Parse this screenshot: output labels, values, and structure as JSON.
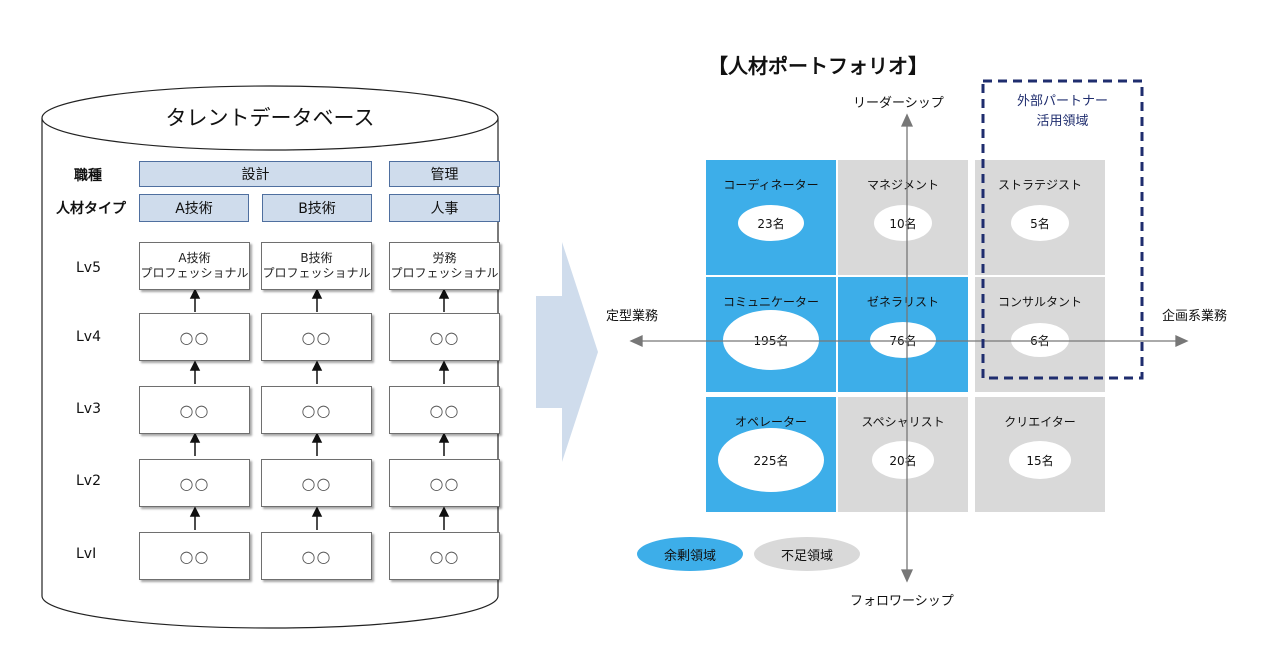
{
  "database": {
    "title": "タレントデータベース",
    "row_labels": {
      "job_type": "職種",
      "talent_type": "人材タイプ"
    },
    "job_types": [
      "設計",
      "管理"
    ],
    "talent_types": [
      "A技術",
      "B技術",
      "人事"
    ],
    "levels": [
      "Lv5",
      "Lv4",
      "Lv3",
      "Lv2",
      "LvⅠ"
    ],
    "lv5_boxes": [
      {
        "line1": "A技術",
        "line2": "プロフェッショナル"
      },
      {
        "line1": "B技術",
        "line2": "プロフェッショナル"
      },
      {
        "line1": "労務",
        "line2": "プロフェッショナル"
      }
    ],
    "placeholder": "○○"
  },
  "portfolio": {
    "title": "【人材ポートフォリオ】",
    "axes": {
      "top": "リーダーシップ",
      "bottom": "フォロワーシップ",
      "left": "定型業務",
      "right": "企画系業務"
    },
    "partner_area": {
      "line1": "外部パートナー",
      "line2": "活用領域"
    },
    "cells": [
      {
        "name": "コーディネーター",
        "count": "23名",
        "status": "surplus"
      },
      {
        "name": "マネジメント",
        "count": "10名",
        "status": "shortage"
      },
      {
        "name": "ストラテジスト",
        "count": "5名",
        "status": "shortage"
      },
      {
        "name": "コミュニケーター",
        "count": "195名",
        "status": "surplus"
      },
      {
        "name": "ゼネラリスト",
        "count": "76名",
        "status": "surplus"
      },
      {
        "name": "コンサルタント",
        "count": "6名",
        "status": "shortage"
      },
      {
        "name": "オペレーター",
        "count": "225名",
        "status": "surplus"
      },
      {
        "name": "スペシャリスト",
        "count": "20名",
        "status": "shortage"
      },
      {
        "name": "クリエイター",
        "count": "15名",
        "status": "shortage"
      }
    ],
    "legend": {
      "surplus": "余剰領域",
      "shortage": "不足領域"
    },
    "colors": {
      "surplus": "#3daee9",
      "shortage": "#d9d9d9",
      "partner_border": "#1f2d6e",
      "header_fill": "#cfdcec"
    }
  }
}
